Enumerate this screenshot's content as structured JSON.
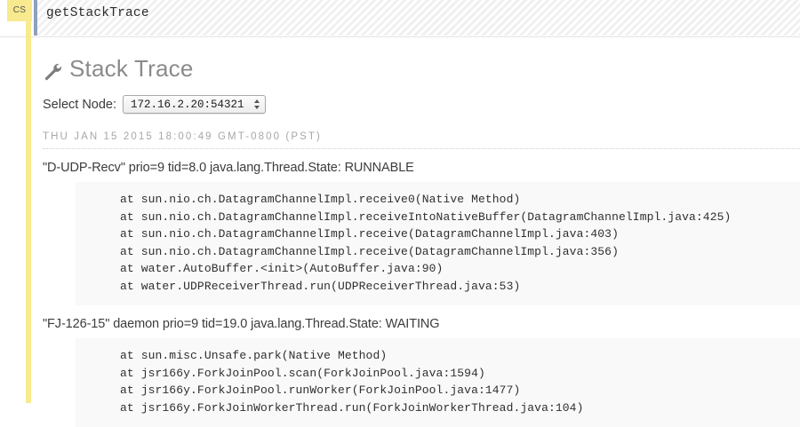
{
  "header": {
    "tab_label": "CS",
    "command": "getStackTrace"
  },
  "page": {
    "title": "Stack Trace",
    "wrench_icon": "wrench-icon"
  },
  "node_selector": {
    "label": "Select Node:",
    "selected_value": "172.16.2.20:54321",
    "options": [
      "172.16.2.20:54321"
    ]
  },
  "timestamp": "THU JAN 15 2015 18:00:49 GMT-0800 (PST)",
  "threads": [
    {
      "header": "\"D-UDP-Recv\" prio=9 tid=8.0 java.lang.Thread.State: RUNNABLE",
      "frames": [
        "at sun.nio.ch.DatagramChannelImpl.receive0(Native Method)",
        "at sun.nio.ch.DatagramChannelImpl.receiveIntoNativeBuffer(DatagramChannelImpl.java:425)",
        "at sun.nio.ch.DatagramChannelImpl.receive(DatagramChannelImpl.java:403)",
        "at sun.nio.ch.DatagramChannelImpl.receive(DatagramChannelImpl.java:356)",
        "at water.AutoBuffer.<init>(AutoBuffer.java:90)",
        "at water.UDPReceiverThread.run(UDPReceiverThread.java:53)"
      ]
    },
    {
      "header": "\"FJ-126-15\" daemon prio=9 tid=19.0 java.lang.Thread.State: WAITING",
      "frames": [
        "at sun.misc.Unsafe.park(Native Method)",
        "at jsr166y.ForkJoinPool.scan(ForkJoinPool.java:1594)",
        "at jsr166y.ForkJoinPool.runWorker(ForkJoinPool.java:1477)",
        "at jsr166y.ForkJoinWorkerThread.run(ForkJoinWorkerThread.java:104)"
      ]
    }
  ],
  "colors": {
    "accent_yellow": "#f9ea8f",
    "command_border": "#8fa0bd",
    "title_gray": "#8b8b8b",
    "code_bg": "#f9f9f9"
  }
}
